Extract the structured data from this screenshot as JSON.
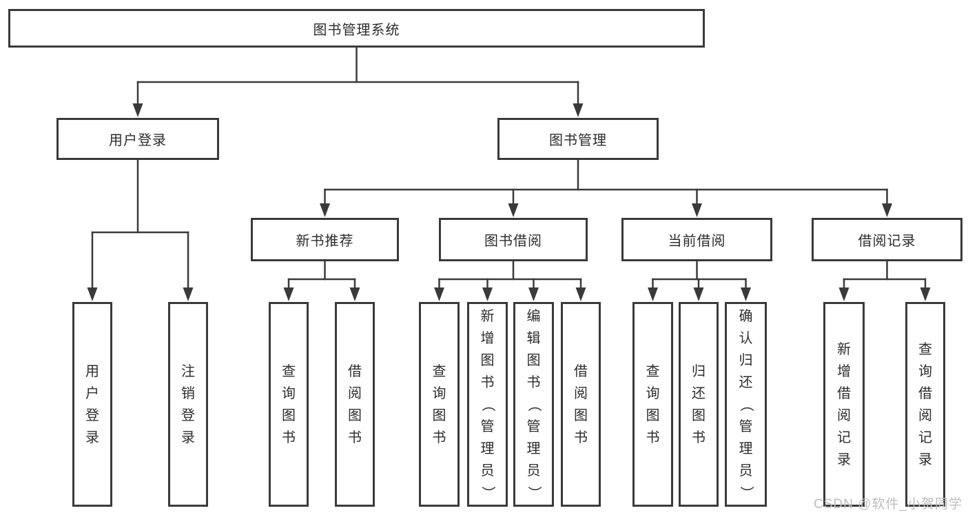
{
  "diagram": {
    "title": "图书管理系统",
    "watermark": "CSDN @软件_小贺同学",
    "colors": {
      "line": "#3a3a3a",
      "box_border": "#3a3a3a",
      "box_fill": "#ffffff",
      "text": "#2d2d2d",
      "watermark": "#bdbdbd",
      "background": "#ffffff"
    },
    "nodes": [
      {
        "id": "root",
        "label": "图书管理系统"
      },
      {
        "id": "login",
        "label": "用户登录"
      },
      {
        "id": "mgmt",
        "label": "图书管理"
      },
      {
        "id": "rec",
        "label": "新书推荐"
      },
      {
        "id": "borrow",
        "label": "图书借阅"
      },
      {
        "id": "current",
        "label": "当前借阅"
      },
      {
        "id": "records",
        "label": "借阅记录"
      },
      {
        "id": "login-user",
        "label": "用户登录"
      },
      {
        "id": "login-logout",
        "label": "注销登录"
      },
      {
        "id": "rec-query",
        "label": "查询图书"
      },
      {
        "id": "rec-borrow",
        "label": "借阅图书"
      },
      {
        "id": "borrow-query",
        "label": "查询图书"
      },
      {
        "id": "borrow-add",
        "label": "新增图书（管理员）"
      },
      {
        "id": "borrow-edit",
        "label": "编辑图书（管理员）"
      },
      {
        "id": "borrow-lend",
        "label": "借阅图书"
      },
      {
        "id": "current-query",
        "label": "查询图书"
      },
      {
        "id": "current-return",
        "label": "归还图书"
      },
      {
        "id": "current-confirm",
        "label": "确认归还（管理员）"
      },
      {
        "id": "records-add",
        "label": "新增借阅记录"
      },
      {
        "id": "records-query",
        "label": "查询借阅记录"
      }
    ],
    "hierarchy": [
      {
        "parent": "root",
        "children": [
          "login",
          "mgmt"
        ]
      },
      {
        "parent": "login",
        "children": [
          "login-user",
          "login-logout"
        ]
      },
      {
        "parent": "mgmt",
        "children": [
          "rec",
          "borrow",
          "current",
          "records"
        ]
      },
      {
        "parent": "rec",
        "children": [
          "rec-query",
          "rec-borrow"
        ]
      },
      {
        "parent": "borrow",
        "children": [
          "borrow-query",
          "borrow-add",
          "borrow-edit",
          "borrow-lend"
        ]
      },
      {
        "parent": "current",
        "children": [
          "current-query",
          "current-return",
          "current-confirm"
        ]
      },
      {
        "parent": "records",
        "children": [
          "records-add",
          "records-query"
        ]
      }
    ]
  }
}
